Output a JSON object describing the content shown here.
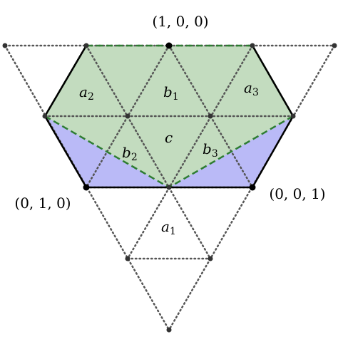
{
  "colors": {
    "green_fill": "#c3dcbf",
    "blue_fill": "#babaf7",
    "green_dash": "#2e7d32",
    "dotted": "#555555",
    "outline": "#000000",
    "vertex": "#333333"
  },
  "labels": {
    "vertex_top": "(1, 0, 0)",
    "vertex_left": "(0, 1, 0)",
    "vertex_right": "(0, 0, 1)",
    "a1": {
      "base": "a",
      "sub": "1"
    },
    "a2": {
      "base": "a",
      "sub": "2"
    },
    "a3": {
      "base": "a",
      "sub": "3"
    },
    "b1": {
      "base": "b",
      "sub": "1"
    },
    "b2": {
      "base": "b",
      "sub": "2"
    },
    "b3": {
      "base": "b",
      "sub": "3"
    },
    "c": "c"
  }
}
